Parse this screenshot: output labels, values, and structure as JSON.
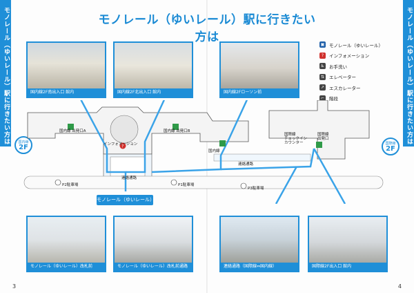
{
  "title": "モノレール（ゆいレール）駅に行きたい方は",
  "side_tab": "モノレール（ゆいレール）駅に行きたい方は",
  "floor_badges": {
    "domestic": {
      "label": "国内線",
      "floor": "2F"
    },
    "international": {
      "label": "国際線",
      "floor": "2F"
    }
  },
  "photos": {
    "p1": "国内線2F南出入口 館内",
    "p2": "国内線2F北出入口 館内",
    "p3": "国内線2Fローソン前",
    "p4": "モノレール（ゆいレール）改札前",
    "p5": "モノレール（ゆいレール）改札前通路",
    "p6": "連絡通路（国際線⇔国内線）",
    "p7": "国際線2F出入口 館内"
  },
  "legend": [
    {
      "icon": "monorail-icon",
      "color": "#1f5fa8",
      "glyph": "▣",
      "label": "モノレール（ゆいレール）"
    },
    {
      "icon": "info-icon",
      "color": "#d0312d",
      "glyph": "?",
      "label": "インフォメーション"
    },
    {
      "icon": "restroom-icon",
      "color": "#444444",
      "glyph": "♿",
      "label": "お手洗い"
    },
    {
      "icon": "elevator-icon",
      "color": "#444444",
      "glyph": "⇅",
      "label": "エレベーター"
    },
    {
      "icon": "escalator-icon",
      "color": "#444444",
      "glyph": "↗",
      "label": "エスカレーター"
    },
    {
      "icon": "stairs-icon",
      "color": "#444444",
      "glyph": "⌐",
      "label": "階段"
    }
  ],
  "map_labels": {
    "dom_north_exit": "国内線\n出発口A",
    "dom_south_exit": "国内線\n出発口B",
    "info": "インフォメーション",
    "dom_gate_front": "国内線",
    "corridor": "連絡通路",
    "intl_counter": "国際線\nチェックイン\nカウンター",
    "intl_gate": "国際線\n出発口",
    "parking_p2": "P2駐車場",
    "parking_p1": "P1駐車場",
    "parking_p3": "P3駐車場",
    "passage": "連絡通路"
  },
  "monorail_box": "モノレール（ゆいレール）",
  "page_numbers": {
    "left": "3",
    "right": "4"
  },
  "colors": {
    "accent": "#1f8fd8",
    "route": "#3aa3e8"
  }
}
